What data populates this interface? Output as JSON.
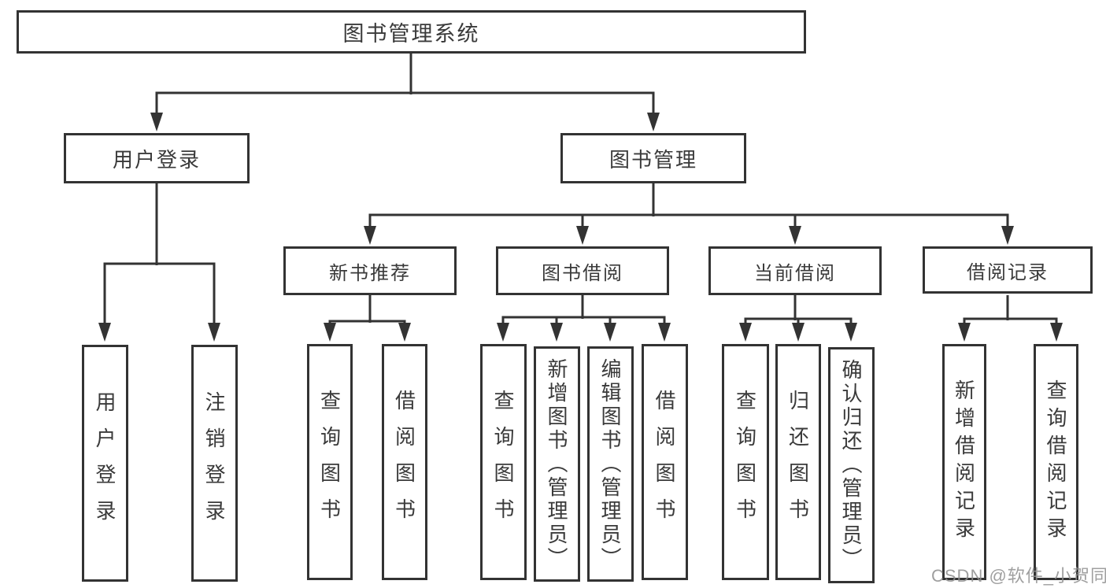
{
  "tree": {
    "label": "图书管理系统",
    "children": [
      {
        "label": "用户登录",
        "children": [
          {
            "label": "用户登录"
          },
          {
            "label": "注销登录"
          }
        ]
      },
      {
        "label": "图书管理",
        "children": [
          {
            "label": "新书推荐",
            "children": [
              {
                "label": "查询图书"
              },
              {
                "label": "借阅图书"
              }
            ]
          },
          {
            "label": "图书借阅",
            "children": [
              {
                "label": "查询图书"
              },
              {
                "label": "新增图书（管理员）"
              },
              {
                "label": "编辑图书（管理员）"
              },
              {
                "label": "借阅图书"
              }
            ]
          },
          {
            "label": "当前借阅",
            "children": [
              {
                "label": "查询图书"
              },
              {
                "label": "归还图书"
              },
              {
                "label": "确认归还（管理员）"
              }
            ]
          },
          {
            "label": "借阅记录",
            "children": [
              {
                "label": "新增借阅记录"
              },
              {
                "label": "查询借阅记录"
              }
            ]
          }
        ]
      }
    ]
  },
  "watermark": {
    "text": "CSDN @软件_小贺同学"
  },
  "colors": {
    "line": "#333333",
    "box_border": "#333333",
    "text": "#3a3a3a",
    "background": "#ffffff",
    "watermark": "#8e8e8e"
  }
}
